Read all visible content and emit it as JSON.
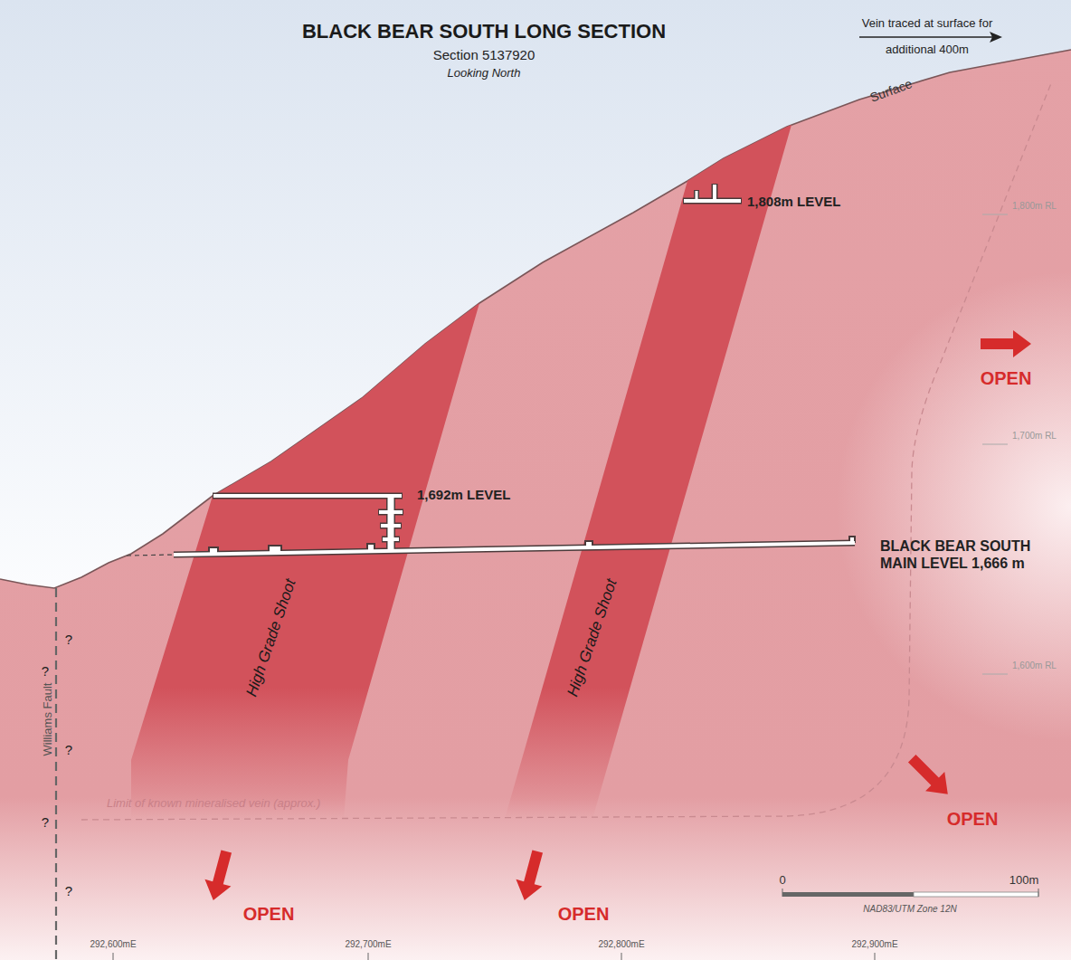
{
  "diagram": {
    "title": "BLACK BEAR SOUTH LONG SECTION",
    "nodes": [
      {
        "text": [
          "High Grade Shoot"
        ]
      },
      {
        "text": [
          "High Grade Shoot"
        ]
      }
    ],
    "labels": [
      "Section 5137920",
      "Looking North",
      "Vein traced at surface for additional 400m",
      "Surface",
      "1,808m LEVEL",
      "1,800m RL",
      "OPEN",
      "1,700m RL",
      "1,692m LEVEL",
      "BLACK BEAR SOUTH MAIN LEVEL 1,666 m",
      "1,600m RL",
      "?",
      "?",
      "?",
      "?",
      "?",
      "Williams Fault",
      "Limit of known mineralised vein (approx.)",
      "OPEN",
      "0",
      "100m",
      "OPEN",
      "OPEN",
      "NAD83/UTM Zone 12N",
      "292,600mE",
      "292,700mE",
      "292,800mE",
      "292,900mE"
    ]
  }
}
